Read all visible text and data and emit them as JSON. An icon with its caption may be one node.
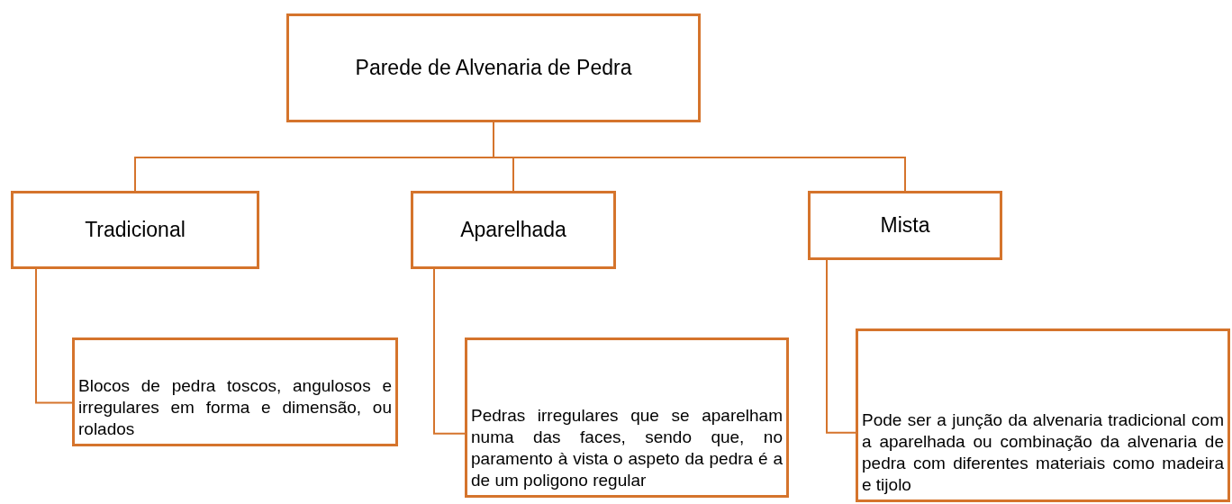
{
  "diagram": {
    "nodes": [
      {
        "text": [
          "Parede de Alvenaria de Pedra"
        ]
      },
      {
        "text": [
          "Tradicional"
        ]
      },
      {
        "text": [
          "Aparelhada"
        ]
      },
      {
        "text": [
          "Mista"
        ]
      },
      {
        "text": [
          "Blocos de pedra toscos, angulosos e irregulares em forma e dimensão, ou rolados"
        ]
      },
      {
        "text": [
          "Pedras irregulares que se aparelham numa das faces, sendo que, no paramento à vista o aspeto da pedra é a de um poligono regular"
        ]
      },
      {
        "text": [
          "Pode ser a junção da alvenaria tradicional com a aparelhada ou combinação da alvenaria de pedra com diferentes materiais como madeira e tijolo"
        ]
      }
    ],
    "edges": [
      {
        "from": 0,
        "to": 1,
        "arrow": "none"
      },
      {
        "from": 0,
        "to": 2,
        "arrow": "none"
      },
      {
        "from": 0,
        "to": 3,
        "arrow": "none"
      },
      {
        "from": 1,
        "to": 4,
        "arrow": "none"
      },
      {
        "from": 2,
        "to": 5,
        "arrow": "none"
      },
      {
        "from": 3,
        "to": 6,
        "arrow": "none"
      }
    ]
  }
}
